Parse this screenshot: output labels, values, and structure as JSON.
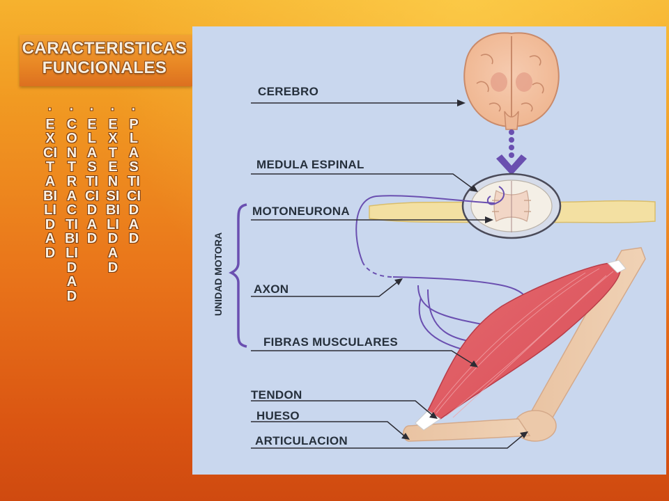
{
  "slide": {
    "title": "CARACTERISTICAS FUNCIONALES",
    "properties": [
      "· EXCITABILIDAD",
      "· CONTRACTIBILIDAD",
      "· ELASTICIDAD",
      "· EXTENSIBILIDAD",
      "· PLASTICIDAD"
    ]
  },
  "diagram": {
    "labels": {
      "cerebro": "CEREBRO",
      "medula": "MEDULA ESPINAL",
      "motoneurona": "MOTONEURONA",
      "axon": "AXON",
      "fibras": "FIBRAS MUSCULARES",
      "tendon": "TENDON",
      "hueso": "HUESO",
      "articulacion": "ARTICULACION",
      "unidad_motora": "UNIDAD MOTORA"
    },
    "colors": {
      "background_top": "#f6b22e",
      "background_bottom": "#cf4a10",
      "panel": "#c9d7ee",
      "neuron": "#6a4fb0",
      "muscle": "#e0575f",
      "bone": "#eac8a8"
    }
  }
}
